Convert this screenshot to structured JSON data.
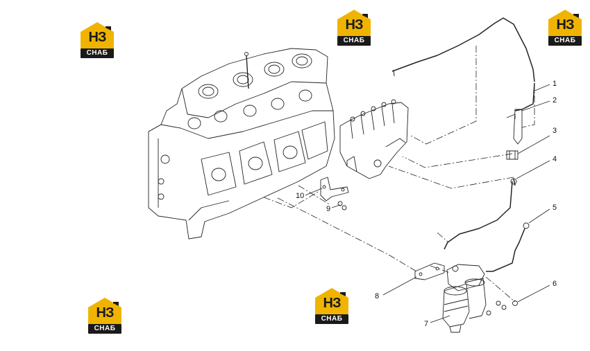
{
  "logo": {
    "mark": "НЗ",
    "caption": "СНАБ",
    "accent": "#f0b400",
    "dark": "#1a1a1a"
  },
  "callouts": [
    "1",
    "2",
    "3",
    "4",
    "5",
    "6",
    "7",
    "8",
    "9",
    "10"
  ]
}
